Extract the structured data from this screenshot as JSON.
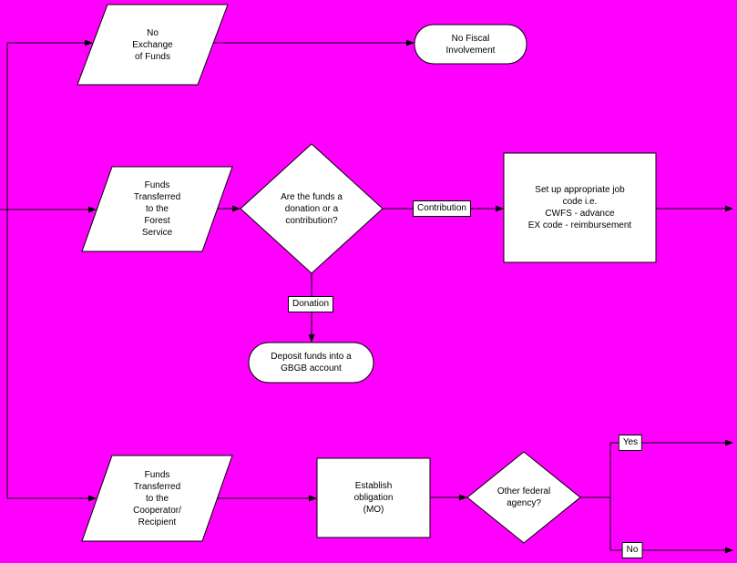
{
  "colors": {
    "background": "#FF00FF",
    "shape_fill": "#FFFFFF",
    "line": "#000000",
    "text": "#000000"
  },
  "nodes": {
    "no_exchange": {
      "type": "parallelogram",
      "label": "No\nExchange\nof Funds"
    },
    "no_fiscal": {
      "type": "terminator",
      "label": "No Fiscal\nInvolvement"
    },
    "funds_forest": {
      "type": "parallelogram",
      "label": "Funds\nTransferred\nto the\nForest\nService"
    },
    "donation_question": {
      "type": "decision",
      "label": "Are the funds a\ndonation or a\ncontribution?"
    },
    "setup_job_code": {
      "type": "process",
      "label": "Set up appropriate job\ncode i.e.\nCWFS - advance\nEX code - reimbursement"
    },
    "deposit_gbgb": {
      "type": "terminator",
      "label": "Deposit funds into a\nGBGB account"
    },
    "funds_cooperator": {
      "type": "parallelogram",
      "label": "Funds\nTransferred\nto the\nCooperator/\nRecipient"
    },
    "establish_obligation": {
      "type": "process",
      "label": "Establish\nobligation\n(MO)"
    },
    "other_federal": {
      "type": "decision",
      "label": "Other federal\nagency?"
    }
  },
  "edge_labels": {
    "contribution": "Contribution",
    "donation": "Donation",
    "yes": "Yes",
    "no": "No"
  }
}
